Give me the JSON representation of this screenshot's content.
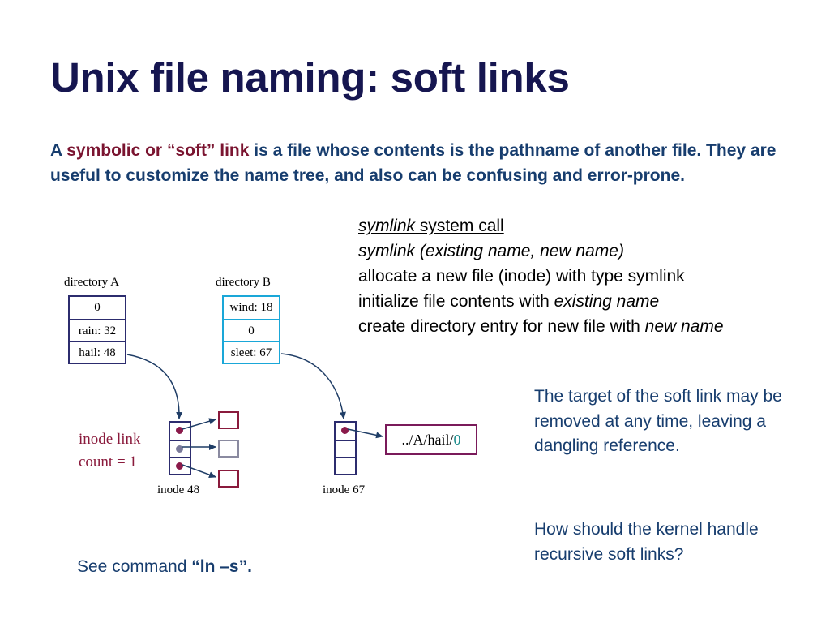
{
  "title": "Unix file naming: soft links",
  "intro": {
    "prefix": "A ",
    "highlight": "symbolic or “soft” link",
    "suffix": " is a file whose contents is the pathname of another file.  They are useful to customize the name tree, and also can be confusing and error-prone."
  },
  "syscall": {
    "line1_italic": "symlink",
    "line1_rest": " system call",
    "line2": "symlink (existing name, new name)",
    "line3": "allocate a new file (inode) with type symlink",
    "line4_prefix": "initialize file contents with ",
    "line4_italic": "existing name",
    "line5_prefix": "create directory entry for new file with ",
    "line5_italic": "new name"
  },
  "diagram": {
    "dir_a": {
      "label": "directory A",
      "entries": [
        "0",
        "rain: 32",
        "hail: 48"
      ]
    },
    "dir_b": {
      "label": "directory B",
      "entries": [
        "wind: 18",
        "0",
        "sleet: 67"
      ]
    },
    "inode48_label": "inode 48",
    "inode67_label": "inode 67",
    "inode_count_line1": "inode link",
    "inode_count_line2": "count = 1",
    "target_path": "../A/hail/",
    "target_suffix": "0"
  },
  "notes": {
    "target": "The target of the soft link may be removed at any time, leaving a dangling reference.",
    "question": "How should the kernel handle recursive soft links?"
  },
  "see_command": {
    "prefix": "See command ",
    "command": "“ln –s”."
  },
  "colors": {
    "title": "#161650",
    "body_text": "#173d6e",
    "highlight": "#7a1430",
    "dir_a_border": "#2c2c6e",
    "dir_b_border": "#1aa7d8",
    "arrow": "#1f3d66"
  }
}
